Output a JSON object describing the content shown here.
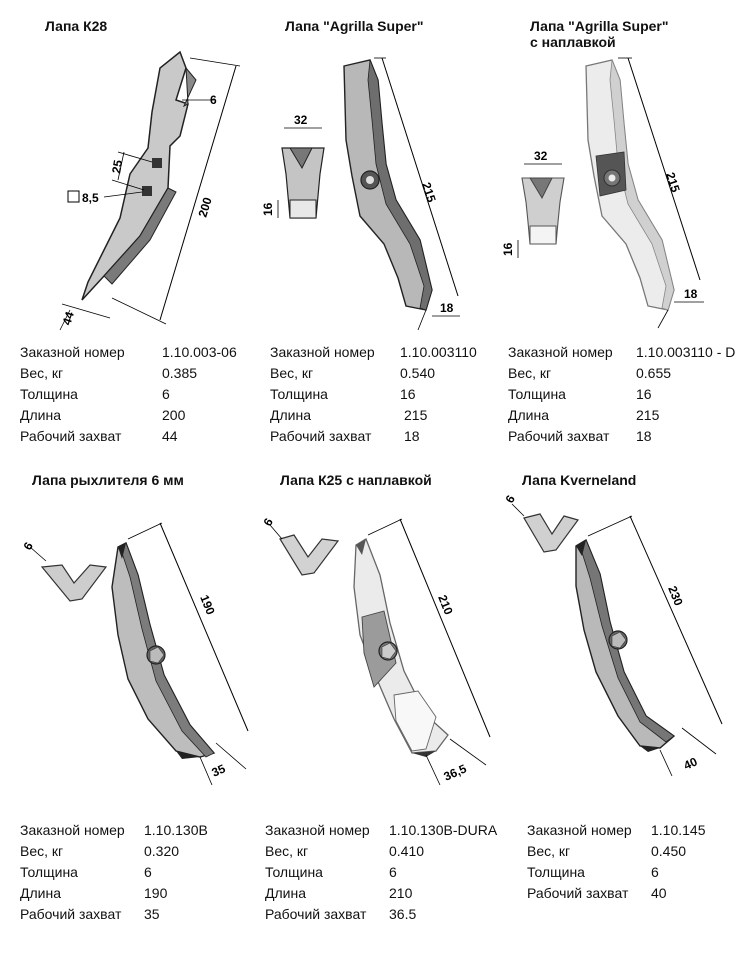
{
  "cards": [
    {
      "title": "Лапа К28",
      "dims": [
        "6",
        "25",
        "200",
        "8,5",
        "44"
      ],
      "specs": [
        {
          "label": "Заказной номер",
          "value": "1.10.003-06"
        },
        {
          "label": "Вес, кг",
          "value": "0.385"
        },
        {
          "label": "Толщина",
          "value": "6"
        },
        {
          "label": "Длина",
          "value": "200"
        },
        {
          "label": "Рабочий захват",
          "value": "44"
        }
      ]
    },
    {
      "title": "Лапа \"Agrilla Super\"",
      "dims": [
        "32",
        "16",
        "215",
        "18"
      ],
      "specs": [
        {
          "label": "Заказной номер",
          "value": "1.10.003110"
        },
        {
          "label": "Вес, кг",
          "value": "0.540"
        },
        {
          "label": "Толщина",
          "value": "16"
        },
        {
          "label": "Длина",
          "value": "215"
        },
        {
          "label": "Рабочий захват",
          "value": "18"
        }
      ]
    },
    {
      "title": "Лапа \"Agrilla Super\"\nс наплавкой",
      "dims": [
        "32",
        "16",
        "215",
        "18"
      ],
      "specs": [
        {
          "label": "Заказной номер",
          "value": "1.10.003110 - D"
        },
        {
          "label": "Вес, кг",
          "value": "0.655"
        },
        {
          "label": "Толщина",
          "value": "16"
        },
        {
          "label": "Длина",
          "value": "215"
        },
        {
          "label": "Рабочий захват",
          "value": "18"
        }
      ]
    },
    {
      "title": "Лапа рыхлителя 6 мм",
      "dims": [
        "6",
        "190",
        "35"
      ],
      "specs": [
        {
          "label": "Заказной номер",
          "value": "1.10.130B"
        },
        {
          "label": "Вес, кг",
          "value": "0.320"
        },
        {
          "label": "Толщина",
          "value": "6"
        },
        {
          "label": "Длина",
          "value": "190"
        },
        {
          "label": "Рабочий захват",
          "value": "35"
        }
      ]
    },
    {
      "title": "Лапа К25 с наплавкой",
      "dims": [
        "6",
        "210",
        "36,5"
      ],
      "specs": [
        {
          "label": "Заказной номер",
          "value": "1.10.130B-DURA"
        },
        {
          "label": "Вес, кг",
          "value": "0.410"
        },
        {
          "label": "Толщина",
          "value": "6"
        },
        {
          "label": "Длина",
          "value": "210"
        },
        {
          "label": "Рабочий захват",
          "value": "36.5"
        }
      ]
    },
    {
      "title": "Лапа Kverneland",
      "dims": [
        "6",
        "230",
        "40"
      ],
      "specs": [
        {
          "label": "Заказной номер",
          "value": "1.10.145"
        },
        {
          "label": "Вес, кг",
          "value": "0.450"
        },
        {
          "label": "Толщина",
          "value": "6"
        },
        {
          "label": "Рабочий захват",
          "value": "40"
        }
      ]
    }
  ]
}
